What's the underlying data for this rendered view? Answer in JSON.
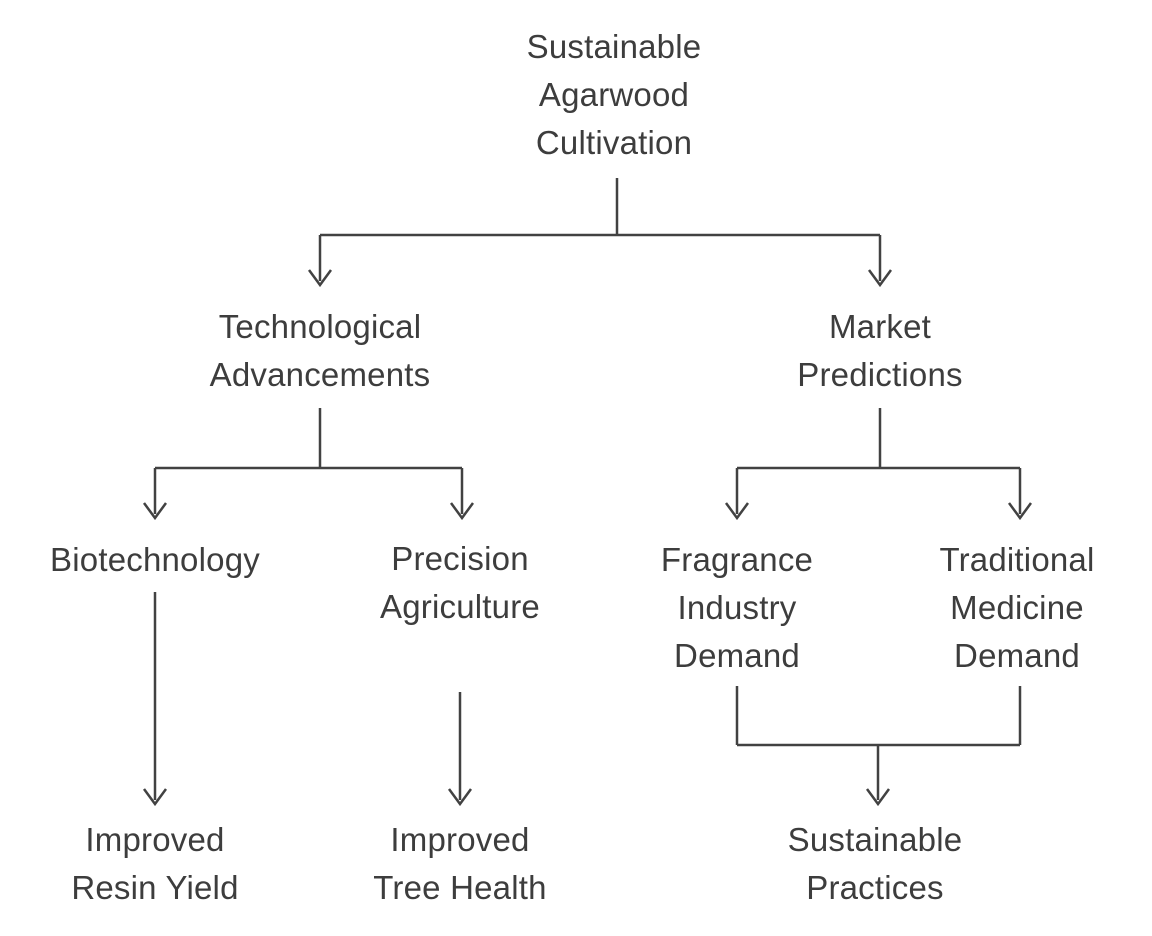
{
  "diagram": {
    "title": "Sustainable Agarwood Cultivation",
    "type": "tree",
    "colors": {
      "background": "#ffffff",
      "text": "#3d3d3d",
      "line": "#424242"
    },
    "nodes": {
      "root": {
        "label": "Sustainable\nAgarwood\nCultivation"
      },
      "tech": {
        "label": "Technological\nAdvancements"
      },
      "market": {
        "label": "Market\nPredictions"
      },
      "biotech": {
        "label": "Biotechnology"
      },
      "precision": {
        "label": "Precision\nAgriculture"
      },
      "fragrance": {
        "label": "Fragrance\nIndustry\nDemand"
      },
      "traditional": {
        "label": "Traditional\nMedicine\nDemand"
      },
      "resin": {
        "label": "Improved\nResin Yield"
      },
      "tree": {
        "label": "Improved\nTree Health"
      },
      "sustainable": {
        "label": "Sustainable\nPractices"
      }
    },
    "edges": [
      {
        "from": "Sustainable Agarwood Cultivation",
        "to": "Technological Advancements"
      },
      {
        "from": "Sustainable Agarwood Cultivation",
        "to": "Market Predictions"
      },
      {
        "from": "Technological Advancements",
        "to": "Biotechnology"
      },
      {
        "from": "Technological Advancements",
        "to": "Precision Agriculture"
      },
      {
        "from": "Market Predictions",
        "to": "Fragrance Industry Demand"
      },
      {
        "from": "Market Predictions",
        "to": "Traditional Medicine Demand"
      },
      {
        "from": "Biotechnology",
        "to": "Improved Resin Yield"
      },
      {
        "from": "Precision Agriculture",
        "to": "Improved Tree Health"
      },
      {
        "from": "Fragrance Industry Demand",
        "to": "Sustainable Practices"
      },
      {
        "from": "Traditional Medicine Demand",
        "to": "Sustainable Practices"
      }
    ]
  }
}
